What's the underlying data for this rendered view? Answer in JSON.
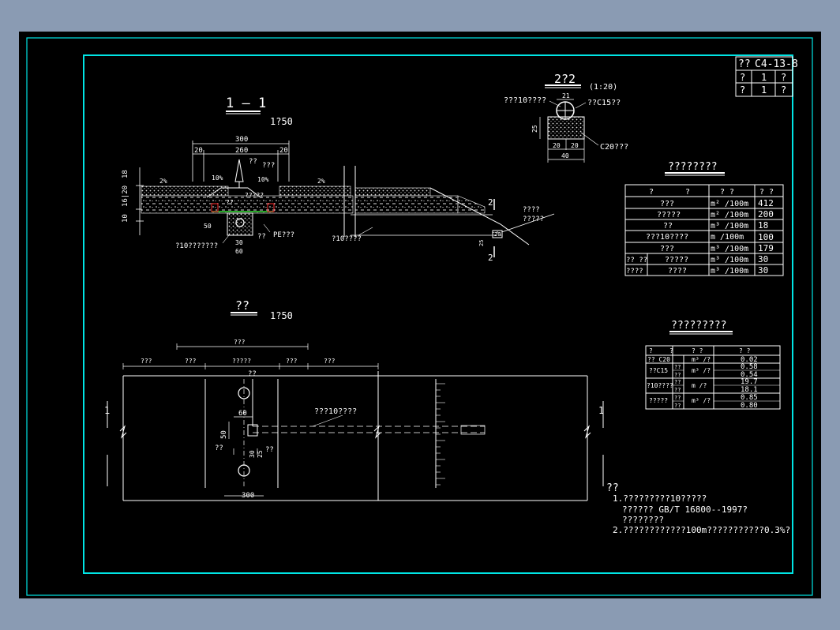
{
  "title_block": {
    "rows": [
      [
        "??",
        "C4-13-8",
        ""
      ],
      [
        "?",
        "1",
        "?"
      ],
      [
        "?",
        "1",
        "?"
      ]
    ]
  },
  "section_1_1": {
    "title": "1 — 1",
    "scale": "1?50",
    "dims": {
      "d300": "300",
      "d260": "260",
      "d20a": "20",
      "d20b": "20",
      "d18": "18",
      "d1620": "16|20",
      "d10": "10",
      "d50": "50",
      "d30": "30",
      "d60": "60",
      "d25": "25",
      "d20c": "20"
    },
    "slopes": {
      "s2a": "2%",
      "s10a": "10%",
      "s10b": "10%",
      "s2b": "2%"
    },
    "labels": {
      "l_top1": "??",
      "l_top2": "???",
      "l_mid1": "?????",
      "l_mid2": "??",
      "l_pe": "PE???",
      "l_q": "??",
      "l_drain": "?10???????",
      "l_pipe": "?10????",
      "l_right1": "????",
      "l_right2": "?????",
      "cut_a": "2",
      "cut_b": "2"
    }
  },
  "detail_2_2": {
    "title": "2?2",
    "scale": "(1:20)",
    "dims": {
      "d21": "21",
      "d25": "25",
      "d20a": "20",
      "d20b": "20",
      "d40": "40"
    },
    "labels": {
      "left": "???10????",
      "right": "??C15??",
      "bottom": "C20???"
    }
  },
  "plan": {
    "title": "??",
    "scale": "1?50",
    "labels": {
      "top_span": "???",
      "a": "???",
      "b": "???",
      "c": "?????",
      "d": "???",
      "e": "???",
      "node": "??",
      "d60": "60",
      "d50": "50",
      "d30": "30",
      "d300": "300",
      "d25": "25",
      "left_lbl": "??",
      "right_lbl": "??",
      "pipe": "???10????",
      "cut_l": "1",
      "cut_r": "1"
    }
  },
  "table1": {
    "title": "????????",
    "header": [
      "?",
      "?",
      "? ?",
      "? ?"
    ],
    "rows": [
      [
        "???",
        "m² /100m",
        "412"
      ],
      [
        "?????",
        "m² /100m",
        "200"
      ],
      [
        "??",
        "m³ /100m",
        "18"
      ],
      [
        "???10????",
        "m /100m",
        "100"
      ],
      [
        "???",
        "m³ /100m",
        "179"
      ],
      [
        "?? ??",
        "?????",
        "m³ /100m",
        "30"
      ],
      [
        "????",
        "????",
        "m³ /100m",
        "30"
      ]
    ]
  },
  "table2": {
    "title": "?????????",
    "header": [
      "?",
      "?",
      "? ?",
      "? ?"
    ],
    "rows": [
      [
        "?? C20",
        "",
        "m³ /?",
        "0.02"
      ],
      [
        "??C15",
        "??",
        "m³ /?",
        "0.58"
      ],
      [
        "",
        "??",
        "",
        "0.54"
      ],
      [
        "?10????",
        "??",
        "m /?",
        "19.7"
      ],
      [
        "",
        "??",
        "",
        "18.1"
      ],
      [
        "?????",
        "??",
        "m³ /?",
        "0.85"
      ],
      [
        "",
        "??",
        "",
        "0.80"
      ]
    ]
  },
  "notes": {
    "head": "??",
    "lines": [
      "1.?????????10?????",
      "??????  GB/T 16800--1997?",
      "????????",
      "2.????????????100m???????????0.3%?"
    ]
  },
  "colors": {
    "border": "#00e5e5",
    "line": "#ffffff",
    "hatch_red": "#ff3030",
    "ground_green": "#33dd33",
    "background": "#000000"
  }
}
